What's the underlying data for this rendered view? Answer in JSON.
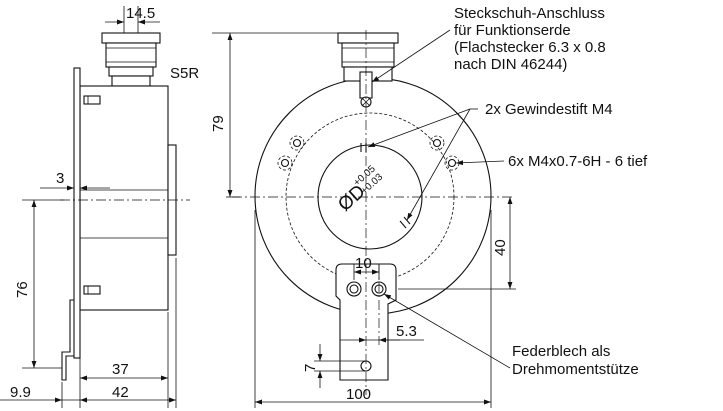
{
  "dimensions": {
    "d14_5": "14.5",
    "d3": "3",
    "d76": "76",
    "d37": "37",
    "d42": "42",
    "d9_9": "9.9",
    "d79": "79",
    "d10": "10",
    "d40": "40",
    "d5_3": "5.3",
    "d7": "7",
    "d100": "100"
  },
  "labels": {
    "connector_type": "S5R",
    "bore_symbol": "ØD",
    "bore_tol_upper": "+0.05",
    "bore_tol_lower": "+0.03"
  },
  "annotations": {
    "earth_connector": [
      "Steckschuh-Anschluss",
      "für Funktionserde",
      "(Flachstecker 6.3 x 0.8",
      "nach DIN 46244)"
    ],
    "set_screws": "2x Gewindestift M4",
    "threads": "6x M4x0.7-6H - 6 tief",
    "torque_support": [
      "Federblech als",
      "Drehmomentstütze"
    ]
  },
  "colors": {
    "line": "#111111",
    "background": "#ffffff"
  }
}
